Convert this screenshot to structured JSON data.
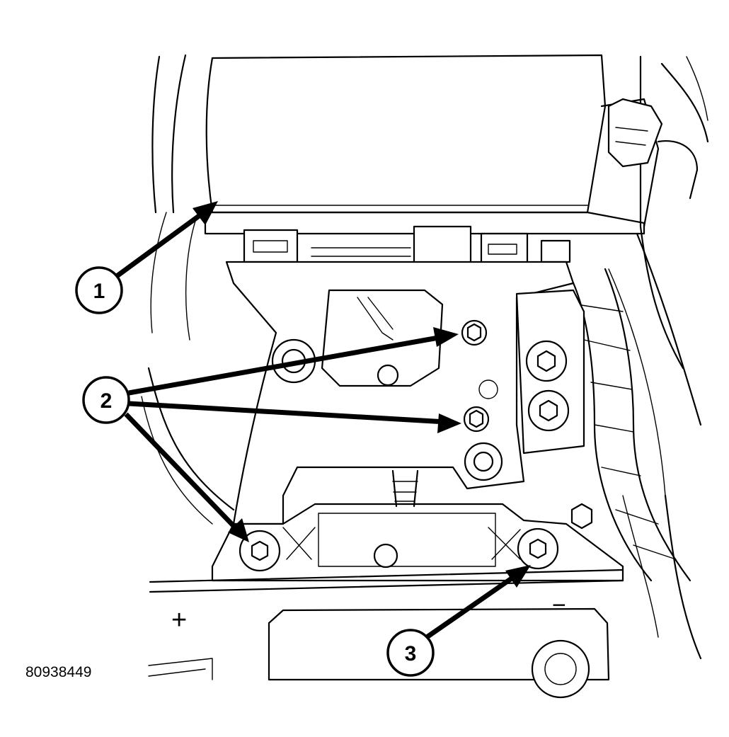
{
  "figure": {
    "id_label": "80938449"
  },
  "callouts": [
    {
      "label": "1"
    },
    {
      "label": "2"
    },
    {
      "label": "3"
    }
  ],
  "symbols": {
    "positive": "+",
    "negative": "−"
  }
}
